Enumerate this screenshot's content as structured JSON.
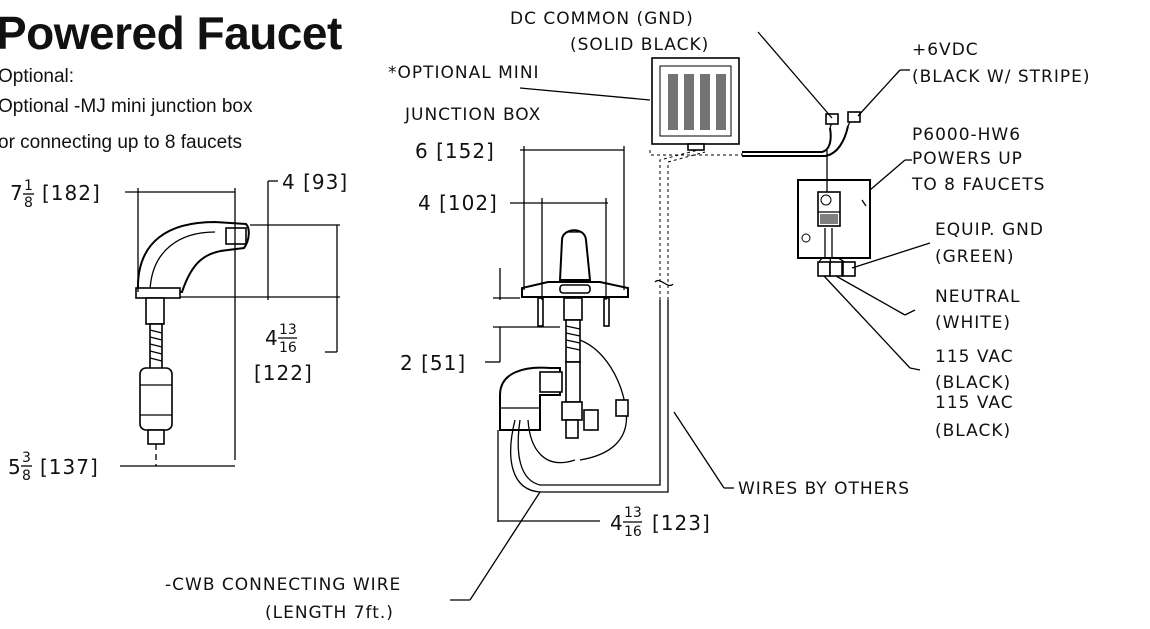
{
  "header": {
    "title": "Powered Faucet",
    "optional_label": "Optional:",
    "optional_line1": "Optional  -MJ mini junction box",
    "optional_line2": "or connecting up to 8 faucets"
  },
  "side_view": {
    "dim_height_whole": "7",
    "dim_height_num": "1",
    "dim_height_den": "8",
    "dim_height_mm": "[182]",
    "dim_spout": "4  [93]",
    "dim_reach_whole": "4",
    "dim_reach_num": "13",
    "dim_reach_den": "16",
    "dim_reach_mm": "[122]",
    "dim_body_whole": "5",
    "dim_body_num": "3",
    "dim_body_den": "8",
    "dim_body_mm": "[137]"
  },
  "front_view": {
    "mini_box_label_1": "*OPTIONAL MINI",
    "mini_box_label_2": "JUNCTION BOX",
    "dim_box_width": "6  [152]",
    "dim_base_width": "4  [102]",
    "dim_shank": "2  [51]",
    "dim_offset_whole": "4",
    "dim_offset_num": "13",
    "dim_offset_den": "16",
    "dim_offset_mm": "[123]",
    "cwb_label_1": "-CWB CONNECTING WIRE",
    "cwb_label_2": "(LENGTH 7ft.)",
    "wires_label": "WIRES BY OTHERS"
  },
  "power_unit": {
    "dc_common_1": "DC COMMON (GND)",
    "dc_common_2": "(SOLID BLACK)",
    "plus6_1": "+6VDC",
    "plus6_2": "(BLACK W/ STRIPE)",
    "model_1": "P6000-HW6",
    "model_2": "POWERS UP",
    "model_3": "TO 8 FAUCETS",
    "equip_gnd_1": "EQUIP. GND",
    "equip_gnd_2": "(GREEN)",
    "neutral_1": "NEUTRAL",
    "neutral_2": "(WHITE)",
    "vac_a_1": "115 VAC",
    "vac_a_2": "(BLACK)",
    "vac_b_1": "115 VAC",
    "vac_b_2": "(BLACK)"
  }
}
